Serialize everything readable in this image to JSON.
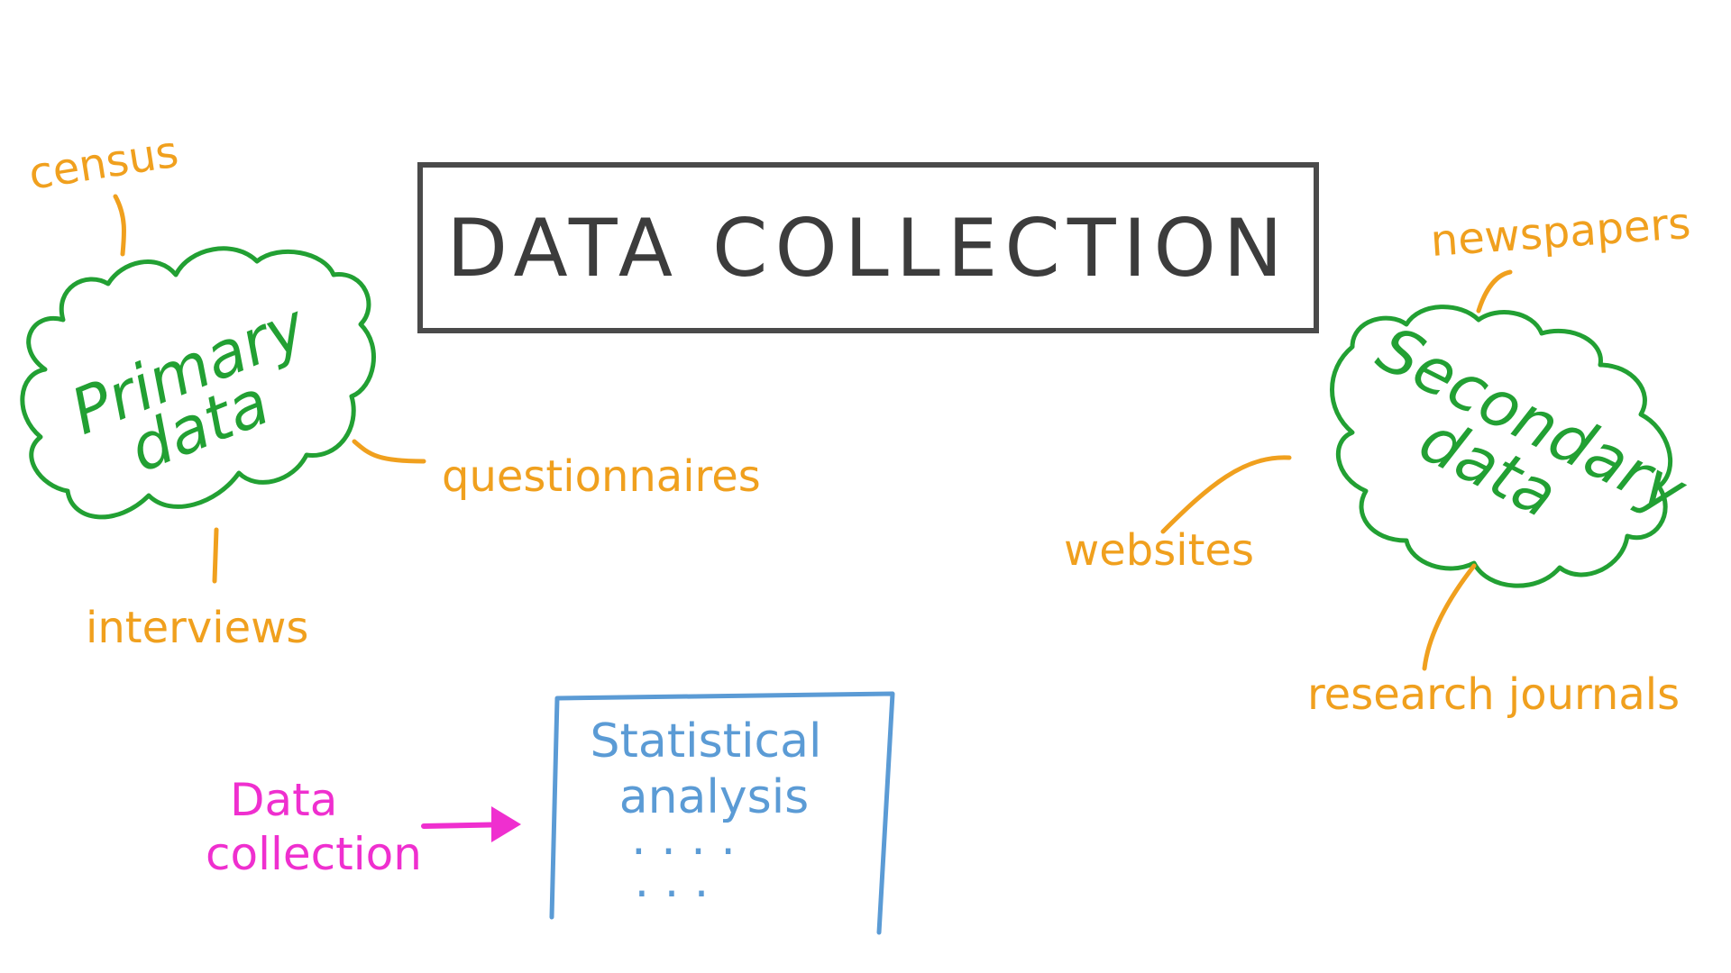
{
  "title": "DATA COLLECTION",
  "primary": {
    "line1": "Primary",
    "line2": "data",
    "items": {
      "census": "census",
      "questionnaires": "questionnaires",
      "interviews": "interviews"
    }
  },
  "secondary": {
    "line1": "Secondary",
    "line2": "data",
    "items": {
      "newspapers": "newspapers",
      "websites": "websites",
      "research_journals": "research journals"
    }
  },
  "flow": {
    "source_line1": "Data",
    "source_line2": "collection",
    "target_line1": "Statistical",
    "target_line2": "analysis",
    "dots1": "· · · ·",
    "dots2": "· · ·"
  },
  "colors": {
    "title": "#3c3c3c",
    "cloud": "#22a033",
    "item": "#f0a01e",
    "flow_source": "#ef2fcf",
    "box": "#5b9bd5"
  }
}
